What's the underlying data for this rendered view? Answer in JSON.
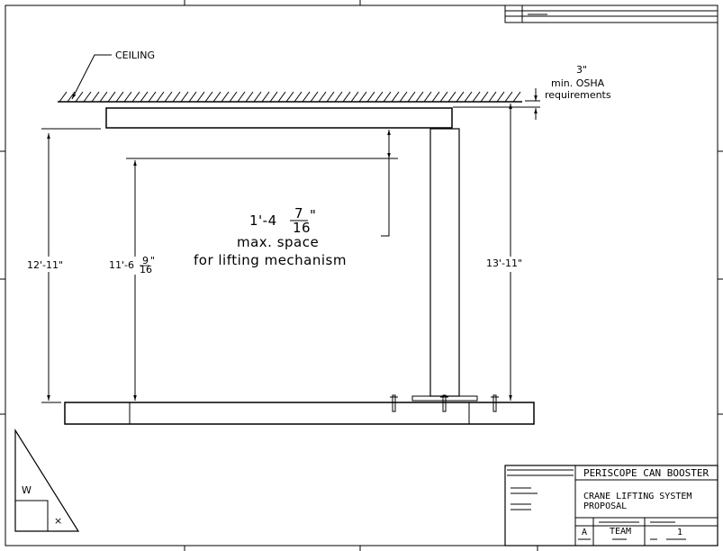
{
  "labels": {
    "ceiling": "CEILING",
    "clearance": {
      "value": "3\"",
      "line1": "min. OSHA",
      "line2": "requirements"
    },
    "space": {
      "whole": "1'-4",
      "num": "7",
      "den": "16",
      "inch": "\"",
      "line1": "max. space",
      "line2": "for lifting mechanism"
    },
    "dim_left": "12'-11\"",
    "dim_inner": {
      "whole": "11'-6",
      "num": "9",
      "den": "16",
      "inch": "\""
    },
    "dim_right": "13'-11\""
  },
  "title_block": {
    "project": "PERISCOPE CAN BOOSTER",
    "title_line1": "CRANE LIFTING SYSTEM",
    "title_line2": "PROPOSAL",
    "size": "A",
    "team": "TEAM",
    "sheet": "1"
  },
  "corner_marks": {
    "w": "W",
    "x": "×"
  }
}
